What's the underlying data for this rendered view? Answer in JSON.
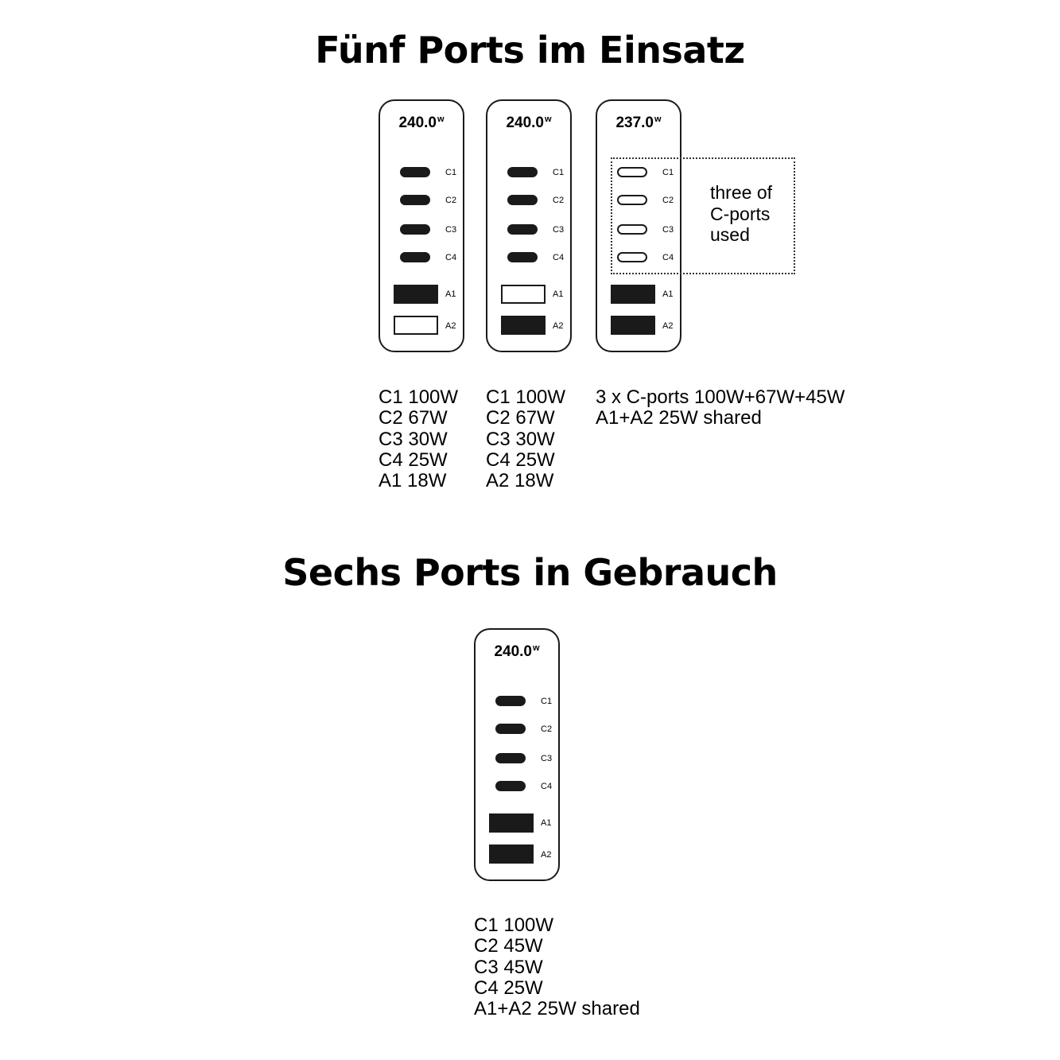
{
  "headings": {
    "five_ports": "Fünf Ports im Einsatz",
    "six_ports": "Sechs Ports in Gebrauch"
  },
  "chargers": [
    {
      "wattage": "240.0",
      "unit": "w",
      "ports": {
        "C1": "active",
        "C2": "active",
        "C3": "active",
        "C4": "active",
        "A1": "active",
        "A2": "unused"
      },
      "spec": [
        "C1 100W",
        "C2 67W",
        "C3 30W",
        "C4 25W",
        "A1 18W"
      ]
    },
    {
      "wattage": "240.0",
      "unit": "w",
      "ports": {
        "C1": "active",
        "C2": "active",
        "C3": "active",
        "C4": "active",
        "A1": "unused",
        "A2": "active"
      },
      "spec": [
        "C1 100W",
        "C2 67W",
        "C3 30W",
        "C4 25W",
        "A2 18W"
      ]
    },
    {
      "wattage": "237.0",
      "unit": "w",
      "ports": {
        "C1": "unused",
        "C2": "unused",
        "C3": "unused",
        "C4": "unused",
        "A1": "active",
        "A2": "active"
      },
      "note": [
        "three of",
        "C-ports",
        "used"
      ],
      "spec": [
        "3 x C-ports 100W+67W+45W",
        "A1+A2 25W shared"
      ]
    },
    {
      "wattage": "240.0",
      "unit": "w",
      "ports": {
        "C1": "active",
        "C2": "active",
        "C3": "active",
        "C4": "active",
        "A1": "active",
        "A2": "active"
      },
      "spec": [
        "C1 100W",
        "C2 45W",
        "C3 45W",
        "C4 25W",
        "A1+A2 25W shared"
      ]
    }
  ],
  "port_labels": [
    "C1",
    "C2",
    "C3",
    "C4",
    "A1",
    "A2"
  ],
  "colors": {
    "port_active": "#1a1a1a",
    "port_unused": "#ffffff"
  }
}
